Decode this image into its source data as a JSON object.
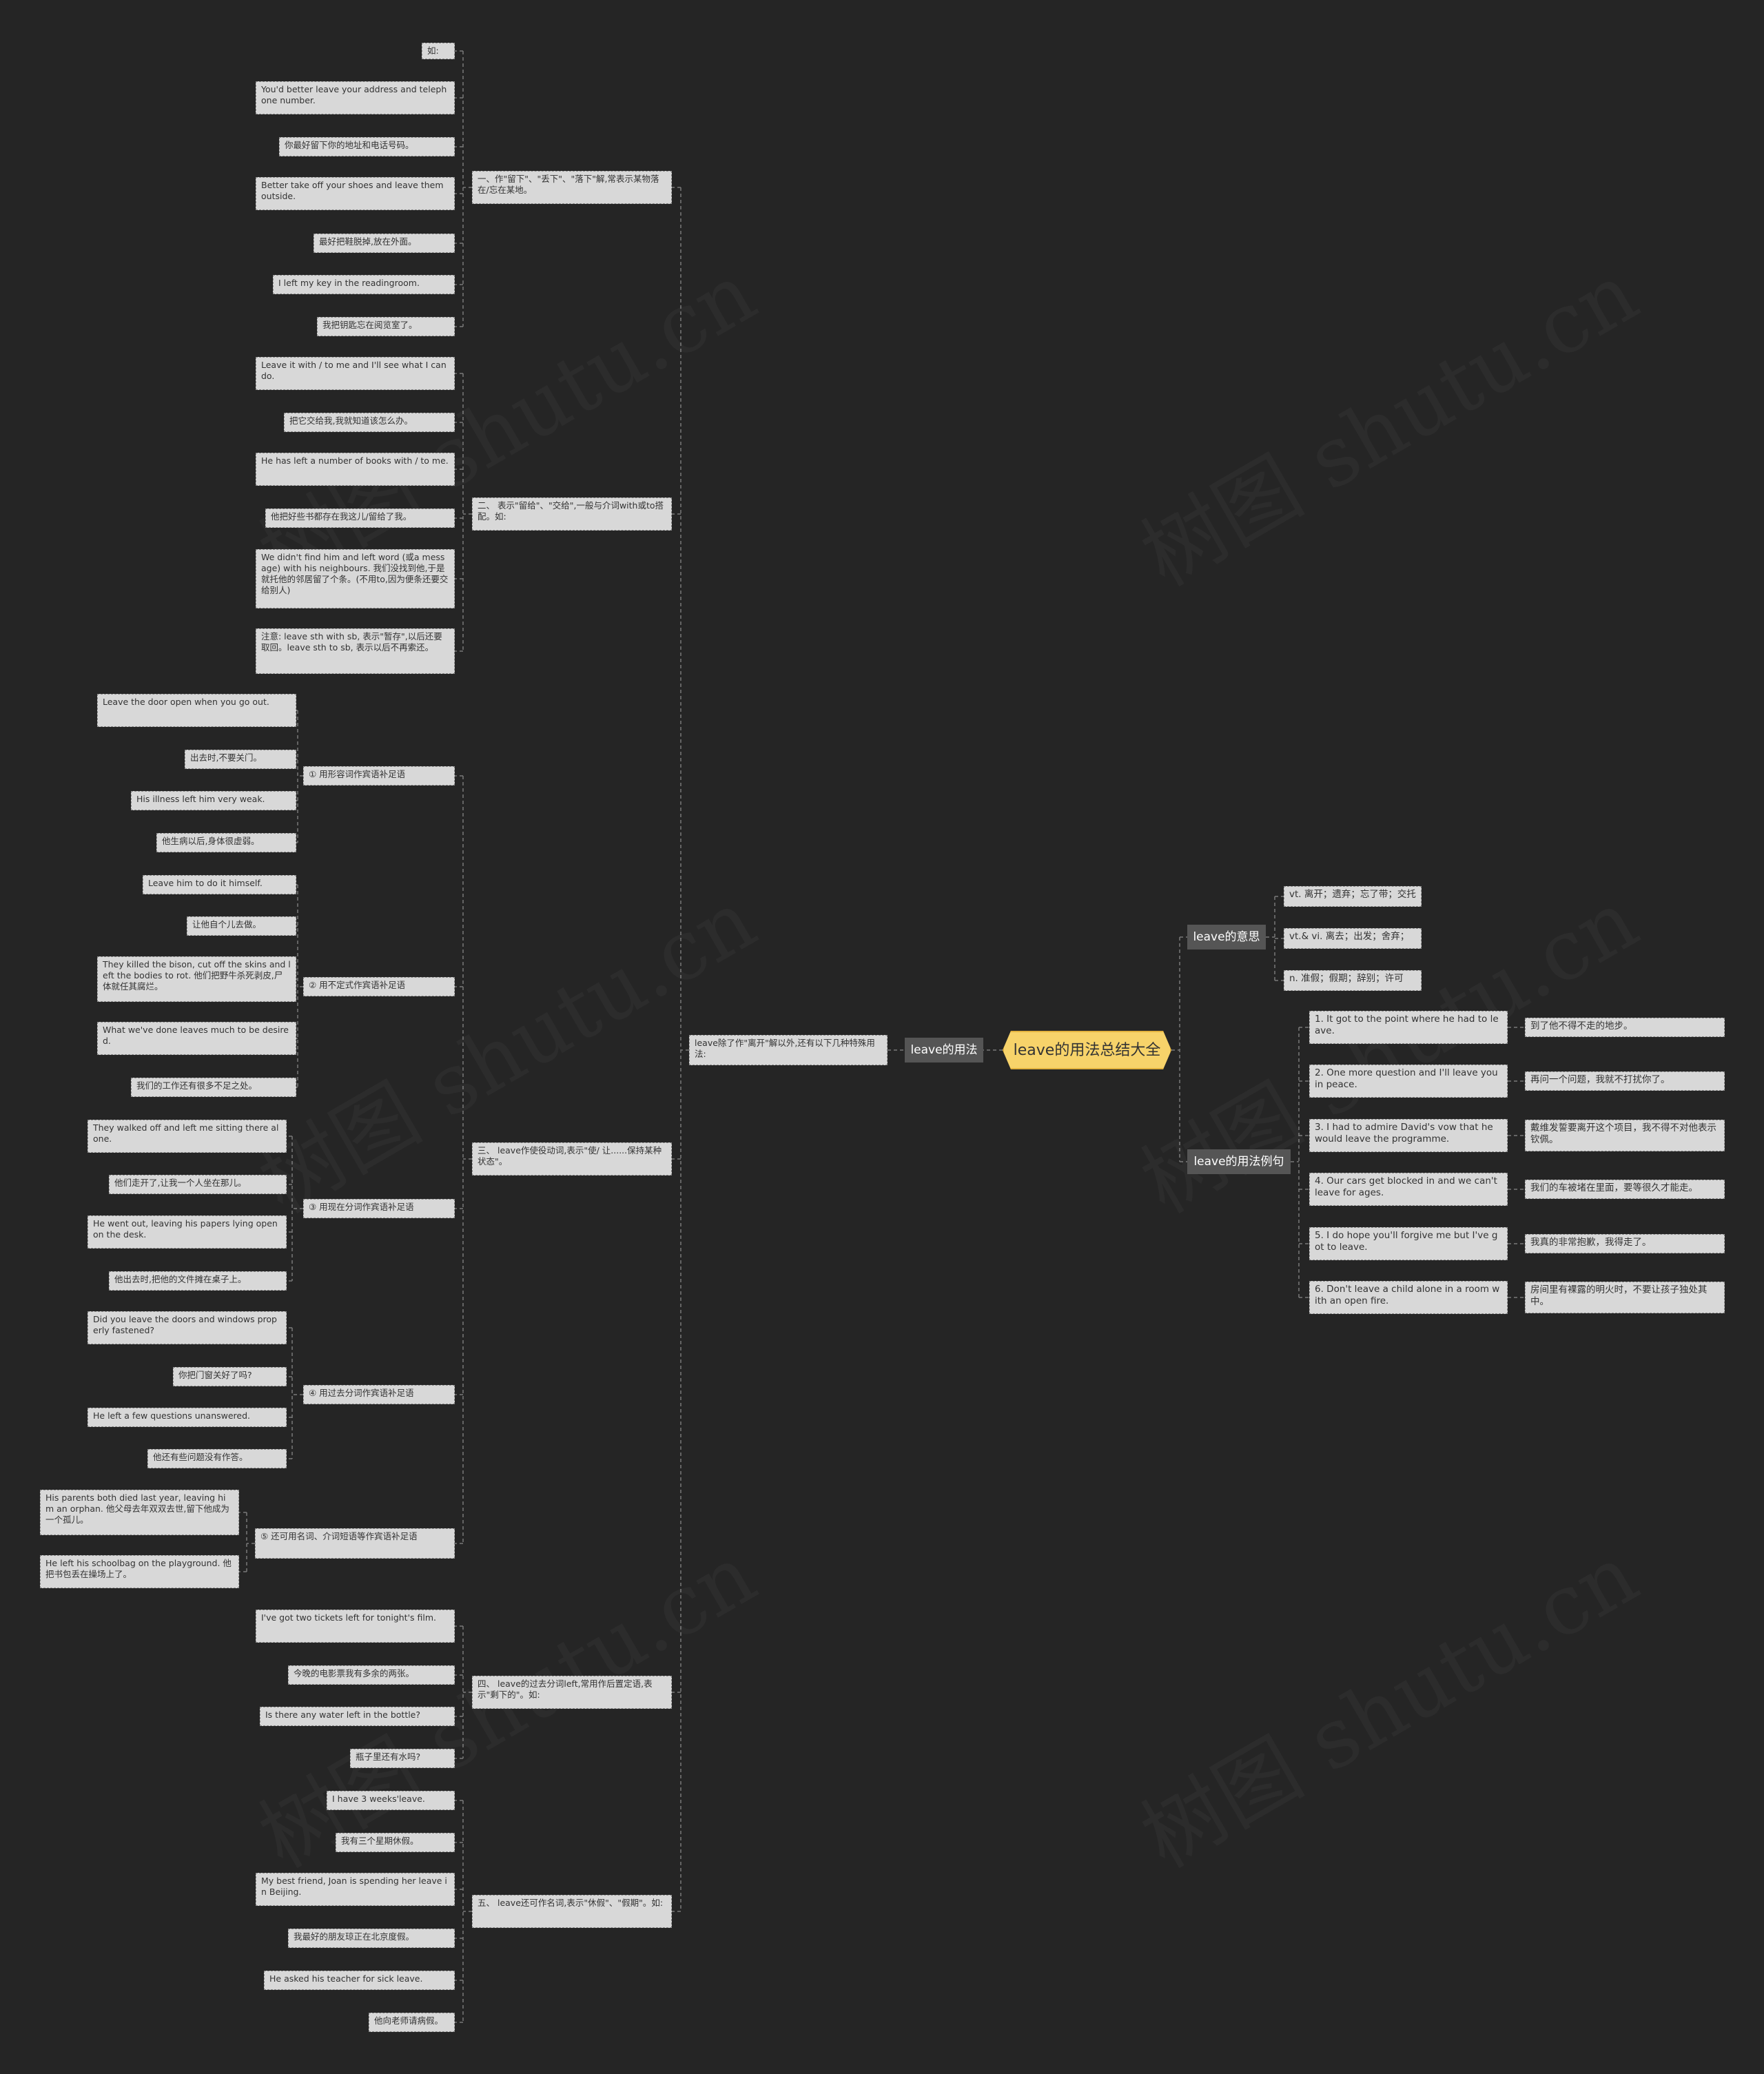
{
  "watermark": "树图 shutu.cn",
  "root": "leave的用法总结大全",
  "branches": {
    "usage": "leave的用法",
    "meaning": "leave的意思",
    "examples": "leave的用法例句"
  },
  "usage_intro": "leave除了作\"离开\"解以外,还有以下几种特殊用法: ",
  "sections": [
    {
      "label": "一、作\"留下\"、\"丢下\"、\"落下\"解,常表示某物落在/忘在某地。"
    },
    {
      "label": "二、 表示\"留给\"、\"交给\",一般与介词with或to搭配。如: "
    },
    {
      "label": "三、 leave作使役动词,表示\"使/ 让......保持某种状态\"。 "
    },
    {
      "label": "四、 leave的过去分词left,常用作后置定语,表示\"剩下的\"。如: "
    },
    {
      "label": "五、 leave还可作名词,表示\"休假\"、\"假期\"。如: "
    }
  ],
  "sub_sections": [
    {
      "label": "① 用形容词作宾语补足语 "
    },
    {
      "label": "② 用不定式作宾语补足语 "
    },
    {
      "label": "③ 用现在分词作宾语补足语 "
    },
    {
      "label": "④ 用过去分词作宾语补足语 "
    },
    {
      "label": "⑤ 还可用名词、介词短语等作宾语补足语 "
    }
  ],
  "leaves": {
    "s1": [
      "如: ",
      "You'd better leave your address and telephone number. ",
      "你最好留下你的地址和电话号码。 ",
      "Better take off your shoes and leave them outside. ",
      "最好把鞋脱掉,放在外面。 ",
      "I left my key in the readingroom. ",
      "我把钥匙忘在阅览室了。 "
    ],
    "s2": [
      "Leave it with / to me and I'll see what I can do. ",
      "把它交给我,我就知道该怎么办。 ",
      "He has left a number of books with / to me. ",
      "他把好些书都存在我这儿/留给了我。 ",
      "We didn't find him and left word (或a message) with his neighbours. 我们没找到他,于是就托他的邻居留了个条。(不用to,因为便条还要交给别人) ",
      "注意: leave sth with sb, 表示\"暂存\",以后还要取回。leave sth to sb, 表示以后不再索还。 "
    ],
    "sub1": [
      "Leave the door open when you go out. ",
      "出去时,不要关门。 ",
      "His illness left him very weak. ",
      "他生病以后,身体很虚弱。 "
    ],
    "sub2": [
      "Leave him to do it himself. ",
      "让他自个儿去做。 ",
      "They killed the bison, cut off the skins and left the bodies to rot. 他们把野牛杀死剥皮,尸体就任其腐烂。 ",
      "What we've done leaves much to be desired. ",
      "我们的工作还有很多不足之处。 "
    ],
    "sub3": [
      "They walked off and left me sitting there alone. ",
      "他们走开了,让我一个人坐在那儿。 ",
      "He went out, leaving his papers lying open on the desk. ",
      "他出去时,把他的文件摊在桌子上。 "
    ],
    "sub4": [
      "Did you leave the doors and windows properly fastened? ",
      "你把门窗关好了吗? ",
      "He left a few questions unanswered. ",
      "他还有些问题没有作答。 "
    ],
    "sub5": [
      "His parents both died last year, leaving him an orphan. 他父母去年双双去世,留下他成为一个孤儿。 ",
      "He left his schoolbag on the playground. 他把书包丢在操场上了。 "
    ],
    "s4": [
      "I've got two tickets left for tonight's film. ",
      "今晚的电影票我有多余的两张。 ",
      "Is there any water left in the bottle? ",
      "瓶子里还有水吗? "
    ],
    "s5": [
      "I have 3 weeks'leave. ",
      "我有三个星期休假。 ",
      "My best friend, Joan is spending her leave in Beijing. ",
      "我最好的朋友琼正在北京度假。 ",
      "He asked his teacher for sick leave. ",
      "他向老师请病假。"
    ]
  },
  "meanings": [
    "vt. 离开；遗弃；忘了带；交托",
    "vt.& vi. 离去；出发；舍弃；",
    "n. 准假；假期；辞别；许可"
  ],
  "examples": [
    {
      "en": "1. It got to the point where he had to leave.",
      "zh": "到了他不得不走的地步。"
    },
    {
      "en": "2. One more question and I'll leave you in peace.",
      "zh": "再问一个问题，我就不打扰你了。"
    },
    {
      "en": "3. I had to admire David's vow that he would leave the programme.",
      "zh": "戴维发誓要离开这个项目，我不得不对他表示钦佩。"
    },
    {
      "en": "4. Our cars get blocked in and we can't leave for ages.",
      "zh": "我们的车被堵在里面，要等很久才能走。"
    },
    {
      "en": "5. I do hope you'll forgive me but I've got to leave.",
      "zh": "我真的非常抱歉，我得走了。"
    },
    {
      "en": "6. Don't leave a child alone in a room with an open fire.",
      "zh": "房间里有裸露的明火时，不要让孩子独处其中。"
    }
  ]
}
